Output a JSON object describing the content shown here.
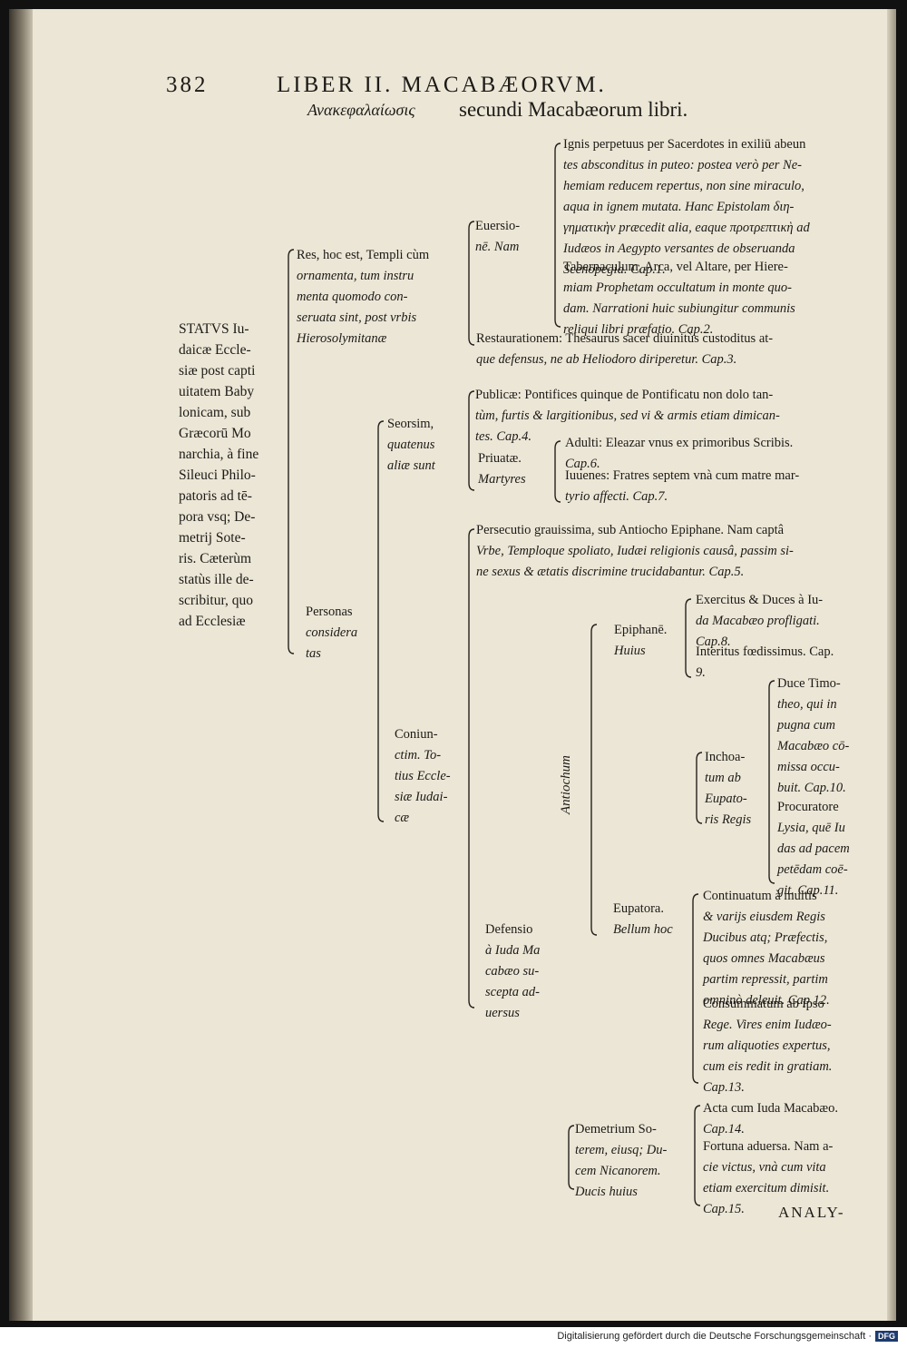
{
  "header": {
    "page_number": "382",
    "running_title": "LIBER II. MACABÆORVM.",
    "subtitle_greek": "Ανακεφαλαίωσις",
    "subtitle_latin": "secundi Macabæorum libri."
  },
  "status": [
    "STATVS Iu-",
    "daicæ Eccle-",
    "siæ post capti",
    "uitatem Baby",
    "lonicam, sub",
    "Græcorū Mo",
    "narchia, à fine",
    "Sileuci Philo-",
    "patoris ad tē-",
    "pora vsq; De-",
    "metrij Sote-",
    "ris. Cæterùm",
    "statùs ille de-",
    "scribitur, quo",
    "ad Ecclesiæ"
  ],
  "res": [
    "Res, hoc est, Templi cùm",
    "ornamenta, tum instru",
    "menta quomodo con-",
    "seruata sint, post vrbis",
    "Hierosolymitanæ"
  ],
  "euersione": [
    "Euersio-",
    "nē. Nam"
  ],
  "ignis": [
    "Ignis perpetuus per Sacerdotes in exiliū abeun",
    "tes absconditus in puteo: postea verò per Ne-",
    "hemiam reducem repertus, non sine miraculo,",
    "aqua in ignem mutata. Hanc Epistolam διη-",
    "γηματικὴν præcedit alia, eaque προτρεπτικὴ ad",
    "Iudæos in Aegypto versantes de obseruanda",
    "Scenopegia. Cap.1."
  ],
  "tabernaculum": [
    "Tabernaculum, Arca, vel Altare, per Hiere-",
    "miam Prophetam occultatum in monte quo-",
    "dam. Narrationi huic subiungitur communis",
    "reliqui libri præfatio. Cap.2."
  ],
  "restaurationem": [
    "Restaurationem: Thesaurus sacer diuinitùs custoditus at-",
    "que defensus, ne ab Heliodoro diriperetur. Cap.3."
  ],
  "personas": [
    "Personas",
    "considera",
    "tas"
  ],
  "seorsim": [
    "Seorsim,",
    "quatenus",
    "aliæ sunt"
  ],
  "publicae": [
    "Publicæ: Pontifices quinque de Pontificatu non dolo tan-",
    "tùm, furtis & largitionibus, sed vi & armis etiam dimican-",
    "tes. Cap.4."
  ],
  "priuatae": [
    "Priuatæ.",
    "Martyres"
  ],
  "adulti": [
    "Adulti: Eleazar vnus ex primoribus Scribis.",
    "Cap.6."
  ],
  "iuuenes": [
    "Iuuenes: Fratres septem vnà cum matre mar-",
    "tyrio affecti. Cap.7."
  ],
  "coniunctim": [
    "Coniun-",
    "ctim. To-",
    "tius Eccle-",
    "siæ Iudai-",
    "cæ"
  ],
  "persecutio": [
    "Persecutio grauissima, sub Antiocho Epiphane. Nam captâ",
    "Vrbe, Temploque spoliato, Iudæi religionis causâ, passim si-",
    "ne sexus & ætatis discrimine trucidabantur. Cap.5."
  ],
  "defensio": [
    "Defensio",
    "à Iuda Ma",
    "cabæo su-",
    "scepta ad-",
    "uersus"
  ],
  "antiochum": "Antiochum",
  "epiphane": [
    "Epiphanē.",
    "Huius"
  ],
  "exercitus": [
    "Exercitus & Duces à Iu-",
    "da Macabæo profligati.",
    "Cap.8."
  ],
  "interitus": [
    "Interitus fœdissimus. Cap.",
    "9."
  ],
  "inchoatum": [
    "Inchoa-",
    "tum ab",
    "Eupato-",
    "ris Regis"
  ],
  "duce": [
    "Duce Timo-",
    "theo, qui in",
    "pugna cum",
    "Macabæo cō-",
    "missa occu-",
    "buit. Cap.10."
  ],
  "procuratore": [
    "Procuratore",
    "Lysia, quē Iu",
    "das ad pacem",
    "petēdam coē-",
    "git. Cap.11."
  ],
  "eupatora": [
    "Eupatora.",
    "Bellum hoc"
  ],
  "continuatum": [
    "Continuatum à multis",
    "& varijs eiusdem Regis",
    "Ducibus atq; Præfectis,",
    "quos omnes Macabæus",
    "partim repressit, partim",
    "omninò deleuit. Cap.12."
  ],
  "consummatum": [
    "Consummatum ab ipso",
    "Rege. Vires enim Iudæo-",
    "rum aliquoties expertus,",
    "cum eis redit in gratiam.",
    "Cap.13."
  ],
  "demetrium": [
    "Demetrium So-",
    "terem, eiusq; Du-",
    "cem Nicanorem.",
    "Ducis huius"
  ],
  "acta": [
    "Acta cum Iuda Macabæo.",
    "Cap.14."
  ],
  "fortuna": [
    "Fortuna aduersa. Nam a-",
    "cie victus, vnà cum vita",
    "etiam exercitum dimisit.",
    "Cap.15."
  ],
  "catchword": "ANALY-",
  "footer": {
    "text": "Digitalisierung gefördert durch die Deutsche Forschungsgemeinschaft ·",
    "logo": "DFG"
  }
}
